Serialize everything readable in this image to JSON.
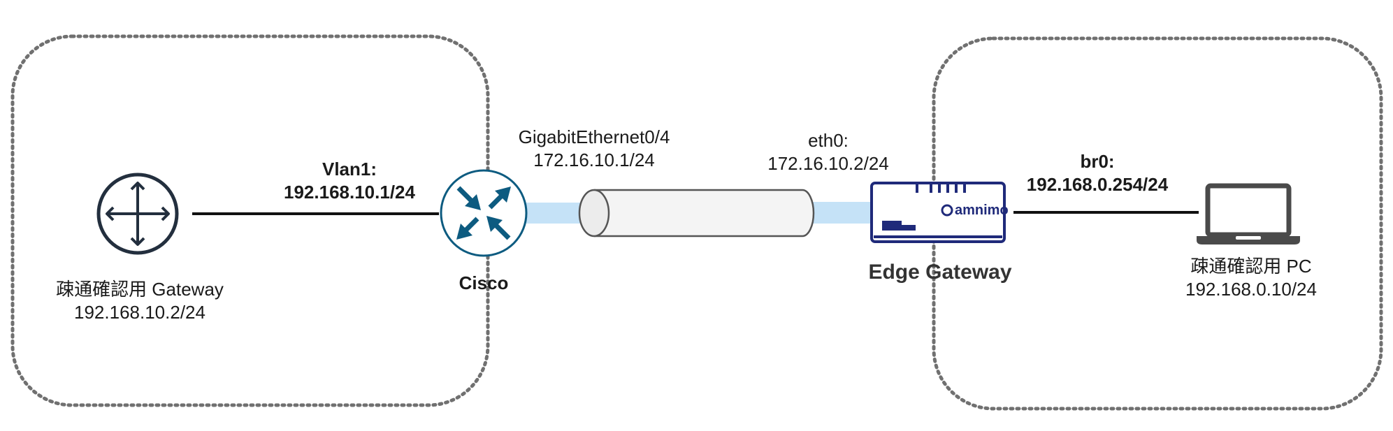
{
  "left_zone": {
    "gateway": {
      "name": "疎通確認用 Gateway",
      "ip": "192.168.10.2/24"
    },
    "vlan": {
      "name": "Vlan1:",
      "ip": "192.168.10.1/24"
    },
    "cisco": {
      "name": "Cisco"
    }
  },
  "tunnel": {
    "cisco_interface": {
      "name": "GigabitEthernet0/4",
      "ip": "172.16.10.1/24"
    },
    "edge_interface": {
      "name": "eth0:",
      "ip": "172.16.10.2/24"
    }
  },
  "right_zone": {
    "edge_gateway": {
      "name": "Edge Gateway",
      "brand": "amnimo"
    },
    "bridge": {
      "name": "br0:",
      "ip": "192.168.0.254/24"
    },
    "pc": {
      "name": "疎通確認用 PC",
      "ip": "192.168.0.10/24"
    }
  },
  "colors": {
    "zone_border": "#707070",
    "cisco_blue": "#0d5b80",
    "edge_navy": "#1f2a7a",
    "tunnel_glow": "#c5e2f7",
    "device_dark": "#232f3e",
    "laptop_gray": "#4a4a4a"
  }
}
